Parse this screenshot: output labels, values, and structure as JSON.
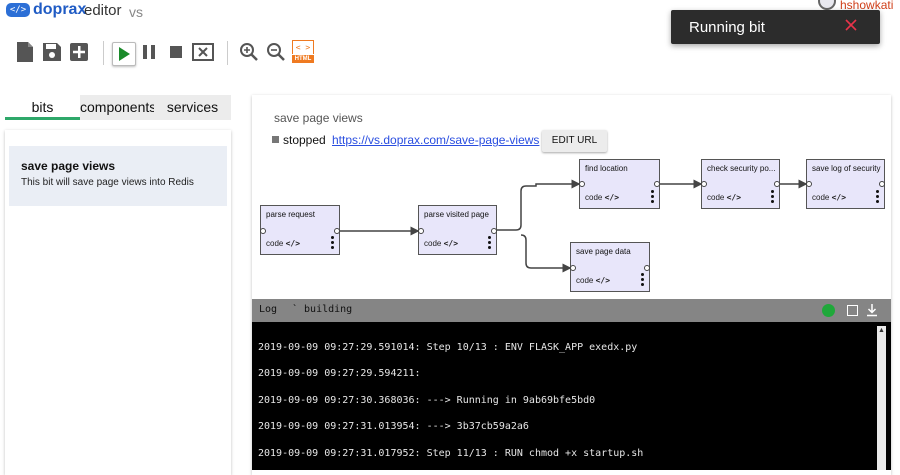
{
  "header": {
    "logo_mark": "</>",
    "brand": "doprax",
    "editor_label": "editor",
    "vs_label": "vs",
    "username": "hshowkati"
  },
  "toolbar": {
    "icons": [
      "new-file-icon",
      "save-icon",
      "add-icon",
      "play-icon",
      "pause-icon",
      "stop-icon",
      "close-box-icon",
      "zoom-in-icon",
      "zoom-out-icon",
      "html-export-icon"
    ],
    "html_label": "HTML",
    "html_top": "< >",
    "play_color": "#1a8a2a",
    "html_color": "#ef7a21"
  },
  "toast": {
    "message": "Running bit",
    "close_color": "#e8344a"
  },
  "tabs": [
    {
      "label": "bits",
      "active": true
    },
    {
      "label": "components",
      "active": false
    },
    {
      "label": "services",
      "active": false
    }
  ],
  "bits": [
    {
      "name": "save page views",
      "description": "This bit will save page views into Redis"
    }
  ],
  "editor": {
    "bit_name": "save page views",
    "status": "stopped",
    "url": "https://vs.doprax.com/save-page-views",
    "edit_url_label": "EDIT URL"
  },
  "flow": {
    "code_label": "code",
    "code_icon": "</>",
    "nodes": [
      {
        "title": "parse request"
      },
      {
        "title": "parse visited page"
      },
      {
        "title": "find location"
      },
      {
        "title": "check security po..."
      },
      {
        "title": "save log of security"
      },
      {
        "title": "save page data"
      }
    ]
  },
  "log": {
    "label": "Log",
    "status": "` building",
    "running_color": "#1fa83a",
    "lines": [
      "2019-09-09 09:27:29.591014: Step 10/13 : ENV FLASK_APP exedx.py",
      "2019-09-09 09:27:29.594211:",
      "2019-09-09 09:27:30.368036: ---> Running in 9ab69bfe5bd0",
      "2019-09-09 09:27:31.013954: ---> 3b37cb59a2a6",
      "2019-09-09 09:27:31.017952: Step 11/13 : RUN chmod +x startup.sh"
    ]
  }
}
